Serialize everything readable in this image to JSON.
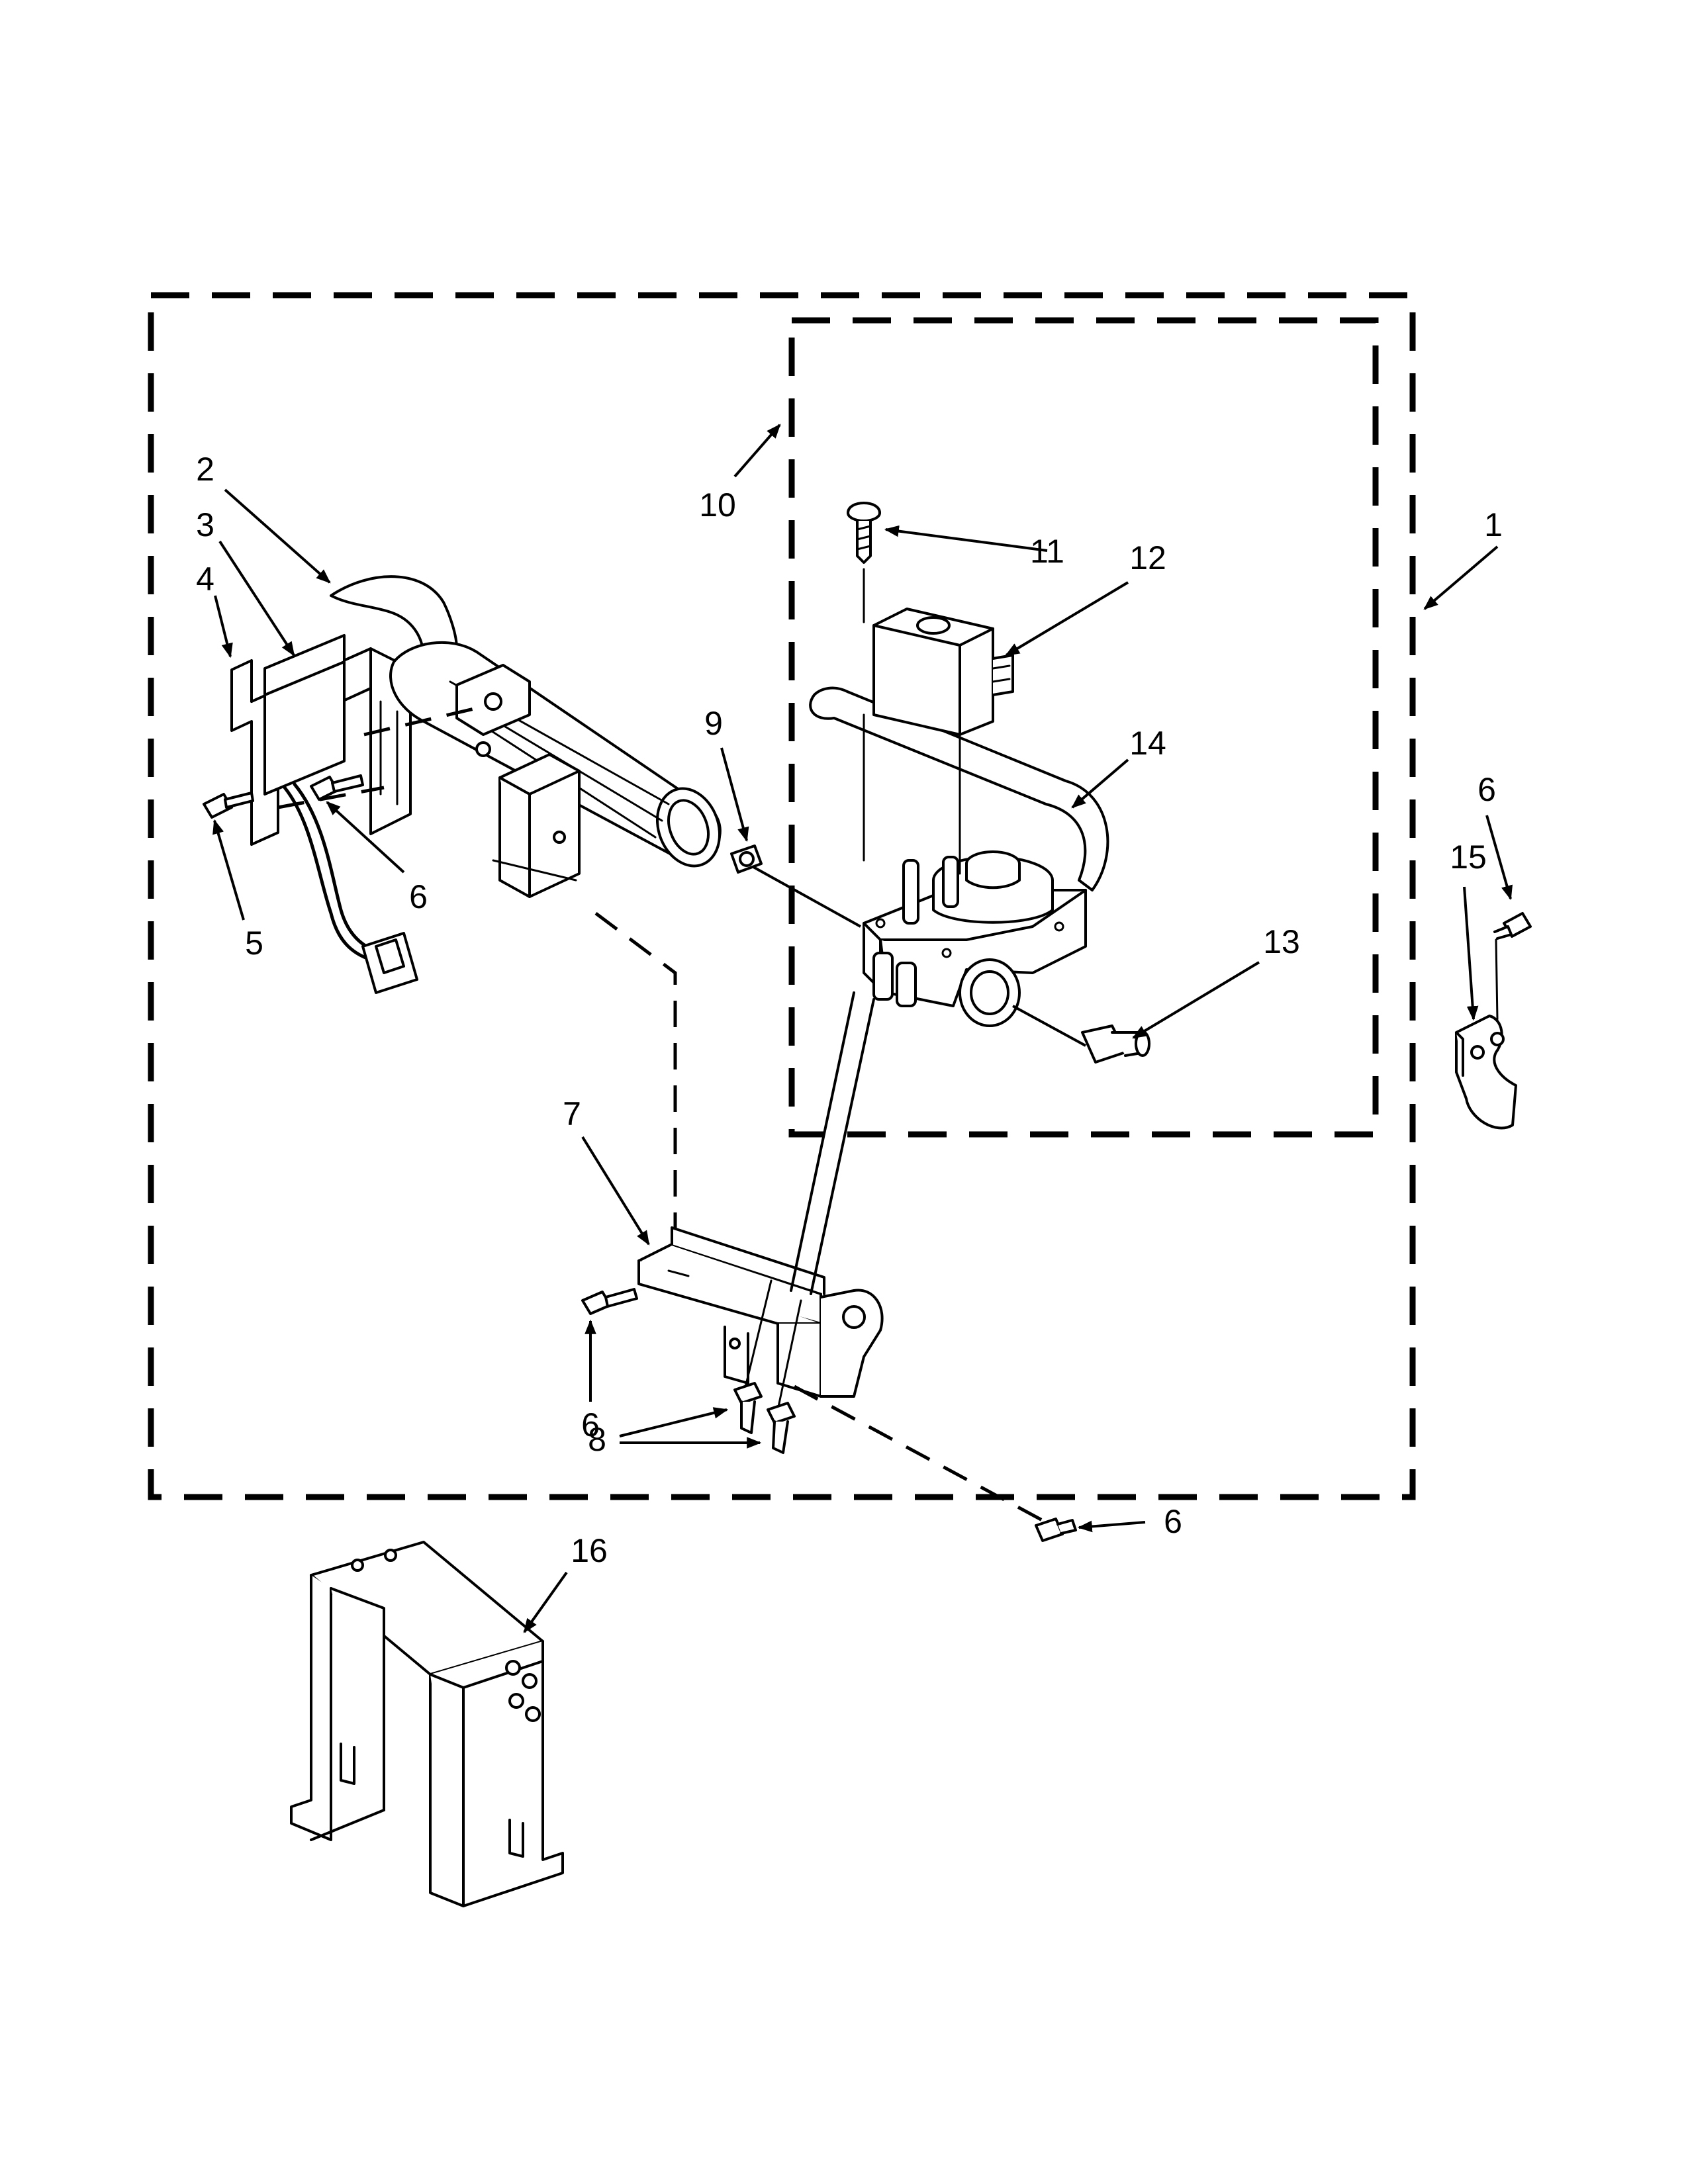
{
  "callouts": {
    "c1": "1",
    "c2": "2",
    "c3": "3",
    "c4": "4",
    "c5": "5",
    "c6a": "6",
    "c6b": "6",
    "c6c": "6",
    "c6d": "6",
    "c7": "7",
    "c8": "8",
    "c9": "9",
    "c10": "10",
    "c11": "11",
    "c12": "12",
    "c13": "13",
    "c14": "14",
    "c15": "15",
    "c16": "16"
  }
}
